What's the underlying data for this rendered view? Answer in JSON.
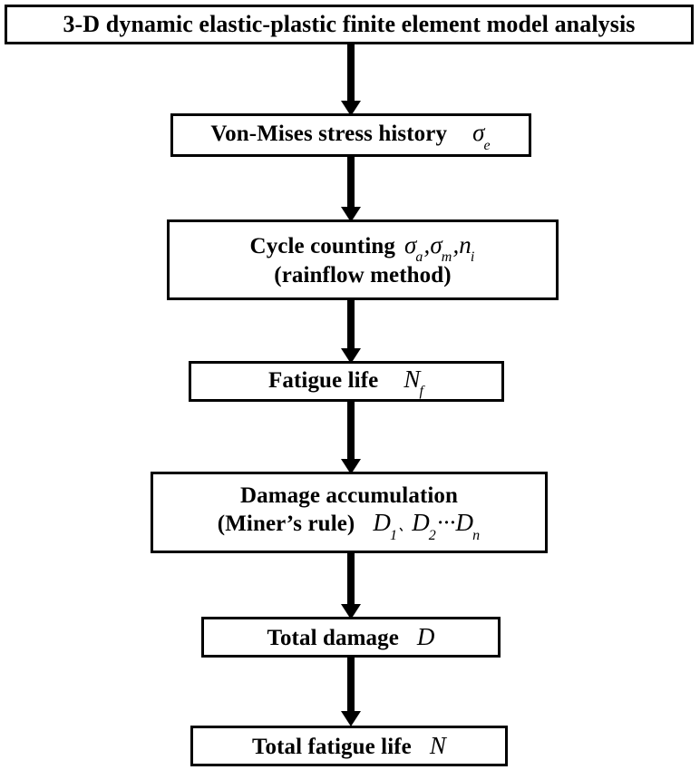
{
  "diagram": {
    "title": "3-D dynamic elastic-plastic finite element model analysis",
    "type": "flowchart",
    "orientation": "top-to-bottom",
    "colors": {
      "box_border": "#000000",
      "box_fill": "#ffffff",
      "arrow": "#000000",
      "text": "#000000"
    },
    "nodes": [
      {
        "id": "fem-analysis",
        "label": "3-D dynamic elastic-plastic finite element model analysis",
        "lines": [
          {
            "text": "3-D dynamic elastic-plastic finite element model analysis"
          }
        ]
      },
      {
        "id": "von-mises-stress-history",
        "label": "Von-Mises stress history",
        "lines": [
          {
            "text": "Von-Mises stress history",
            "symbols": "σ",
            "sub": "e"
          }
        ]
      },
      {
        "id": "cycle-counting",
        "label": "Cycle counting (rainflow method)",
        "lines": [
          {
            "text": "Cycle counting",
            "symbols": "σa, σm, ni"
          },
          {
            "text": "(rainflow method)"
          }
        ]
      },
      {
        "id": "fatigue-life",
        "label": "Fatigue life",
        "lines": [
          {
            "text": "Fatigue life",
            "symbols": "N",
            "sub": "f"
          }
        ]
      },
      {
        "id": "damage-accumulation",
        "label": "Damage accumulation (Miner's rule)",
        "lines": [
          {
            "text": "Damage accumulation"
          },
          {
            "text": "(Miner’s  rule)",
            "symbols": "D1⸲D2···Dn"
          }
        ]
      },
      {
        "id": "total-damage",
        "label": "Total damage",
        "lines": [
          {
            "text": "Total damage",
            "symbols": "D"
          }
        ]
      },
      {
        "id": "total-fatigue-life",
        "label": "Total fatigue life",
        "lines": [
          {
            "text": "Total fatigue life",
            "symbols": "N"
          }
        ]
      }
    ],
    "text": {
      "n1_line1": "3-D dynamic elastic-plastic finite element model analysis",
      "n2_line1": "Von-Mises stress history",
      "n2_sym": "σ",
      "n2_sub": "e",
      "n3_line1": "Cycle counting",
      "n3_sym_a": "σ",
      "n3_sub_a": "a",
      "n3_sym_m": "σ",
      "n3_sub_m": "m",
      "n3_sym_n": "n",
      "n3_sub_n": "i",
      "n3_comma1": ",",
      "n3_comma2": ",",
      "n3_line2": "(rainflow method)",
      "n4_line1": "Fatigue life",
      "n4_sym": "N",
      "n4_sub": "f",
      "n5_line1": "Damage accumulation",
      "n5_line2": "(Miner’s  rule)",
      "n5_sym_d1": "D",
      "n5_sub_d1": "1",
      "n5_sep": "、",
      "n5_sym_d2": "D",
      "n5_sub_d2": "2",
      "n5_dots": "···",
      "n5_sym_dn": "D",
      "n5_sub_dn": "n",
      "n6_line1": "Total damage",
      "n6_sym": "D",
      "n7_line1": "Total fatigue life",
      "n7_sym": "N"
    },
    "edges": [
      {
        "from": "fem-analysis",
        "to": "von-mises-stress-history"
      },
      {
        "from": "von-mises-stress-history",
        "to": "cycle-counting"
      },
      {
        "from": "cycle-counting",
        "to": "fatigue-life"
      },
      {
        "from": "fatigue-life",
        "to": "damage-accumulation"
      },
      {
        "from": "damage-accumulation",
        "to": "total-damage"
      },
      {
        "from": "total-damage",
        "to": "total-fatigue-life"
      }
    ]
  }
}
